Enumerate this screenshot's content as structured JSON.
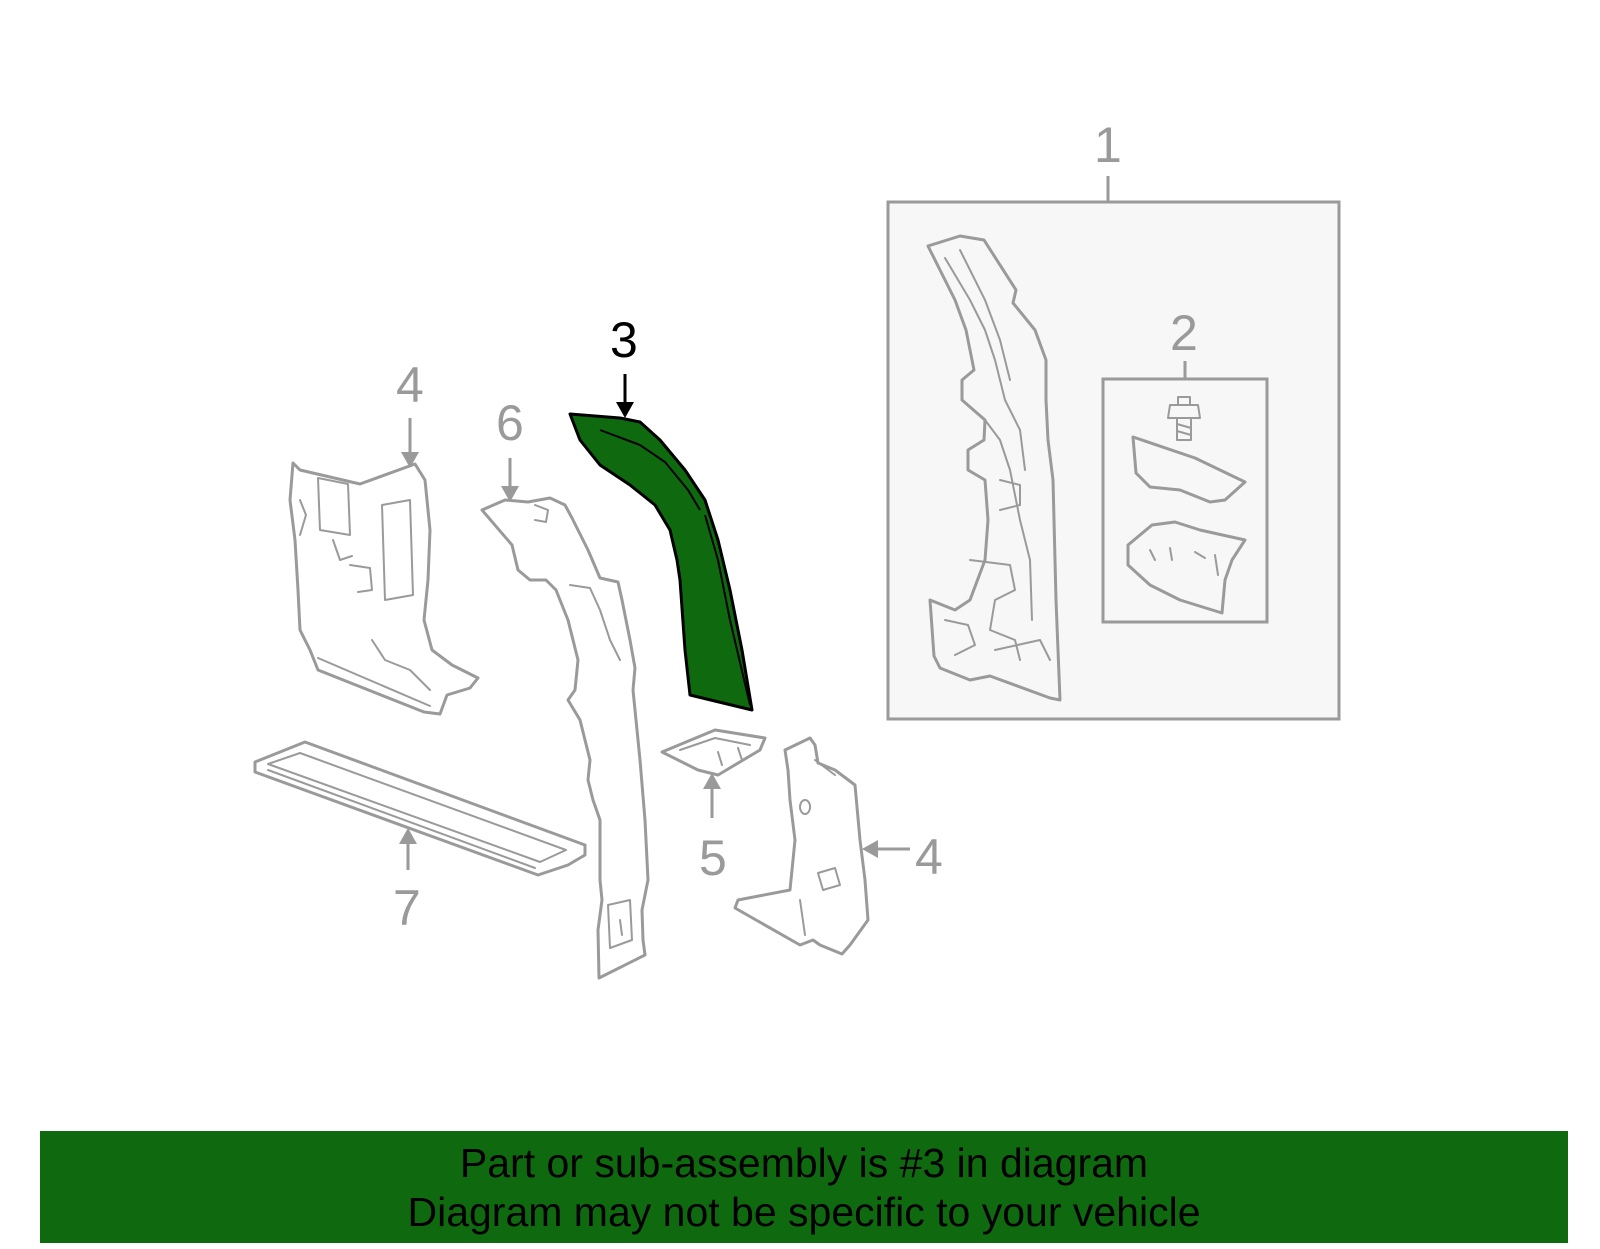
{
  "callouts": {
    "c1": "1",
    "c2": "2",
    "c3": "3",
    "c4a": "4",
    "c4b": "4",
    "c5": "5",
    "c6": "6",
    "c7": "7"
  },
  "highlighted_part": "3",
  "colors": {
    "highlight_fill": "#0f6a0f",
    "part_stroke": "#9a9a9a",
    "banner_bg": "#0f6a0f",
    "box_bg": "#f7f7f7"
  },
  "banner": {
    "line1": "Part or sub-assembly is #3 in diagram",
    "line2": "Diagram may not be specific to your vehicle"
  }
}
